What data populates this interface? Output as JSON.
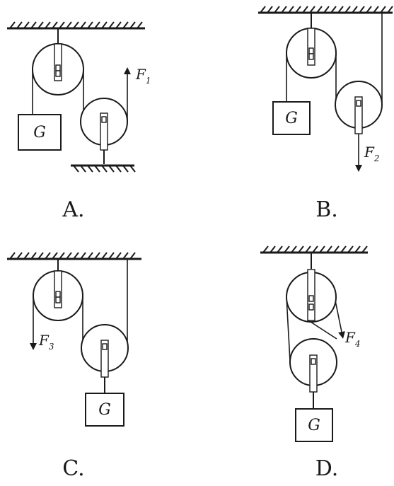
{
  "options": [
    {
      "letter": "A.",
      "force": "F",
      "sub": "1",
      "weight": "G"
    },
    {
      "letter": "B.",
      "force": "F",
      "sub": "2",
      "weight": "G"
    },
    {
      "letter": "C.",
      "force": "F",
      "sub": "3",
      "weight": "G"
    },
    {
      "letter": "D.",
      "force": "F",
      "sub": "4",
      "weight": "G"
    }
  ]
}
